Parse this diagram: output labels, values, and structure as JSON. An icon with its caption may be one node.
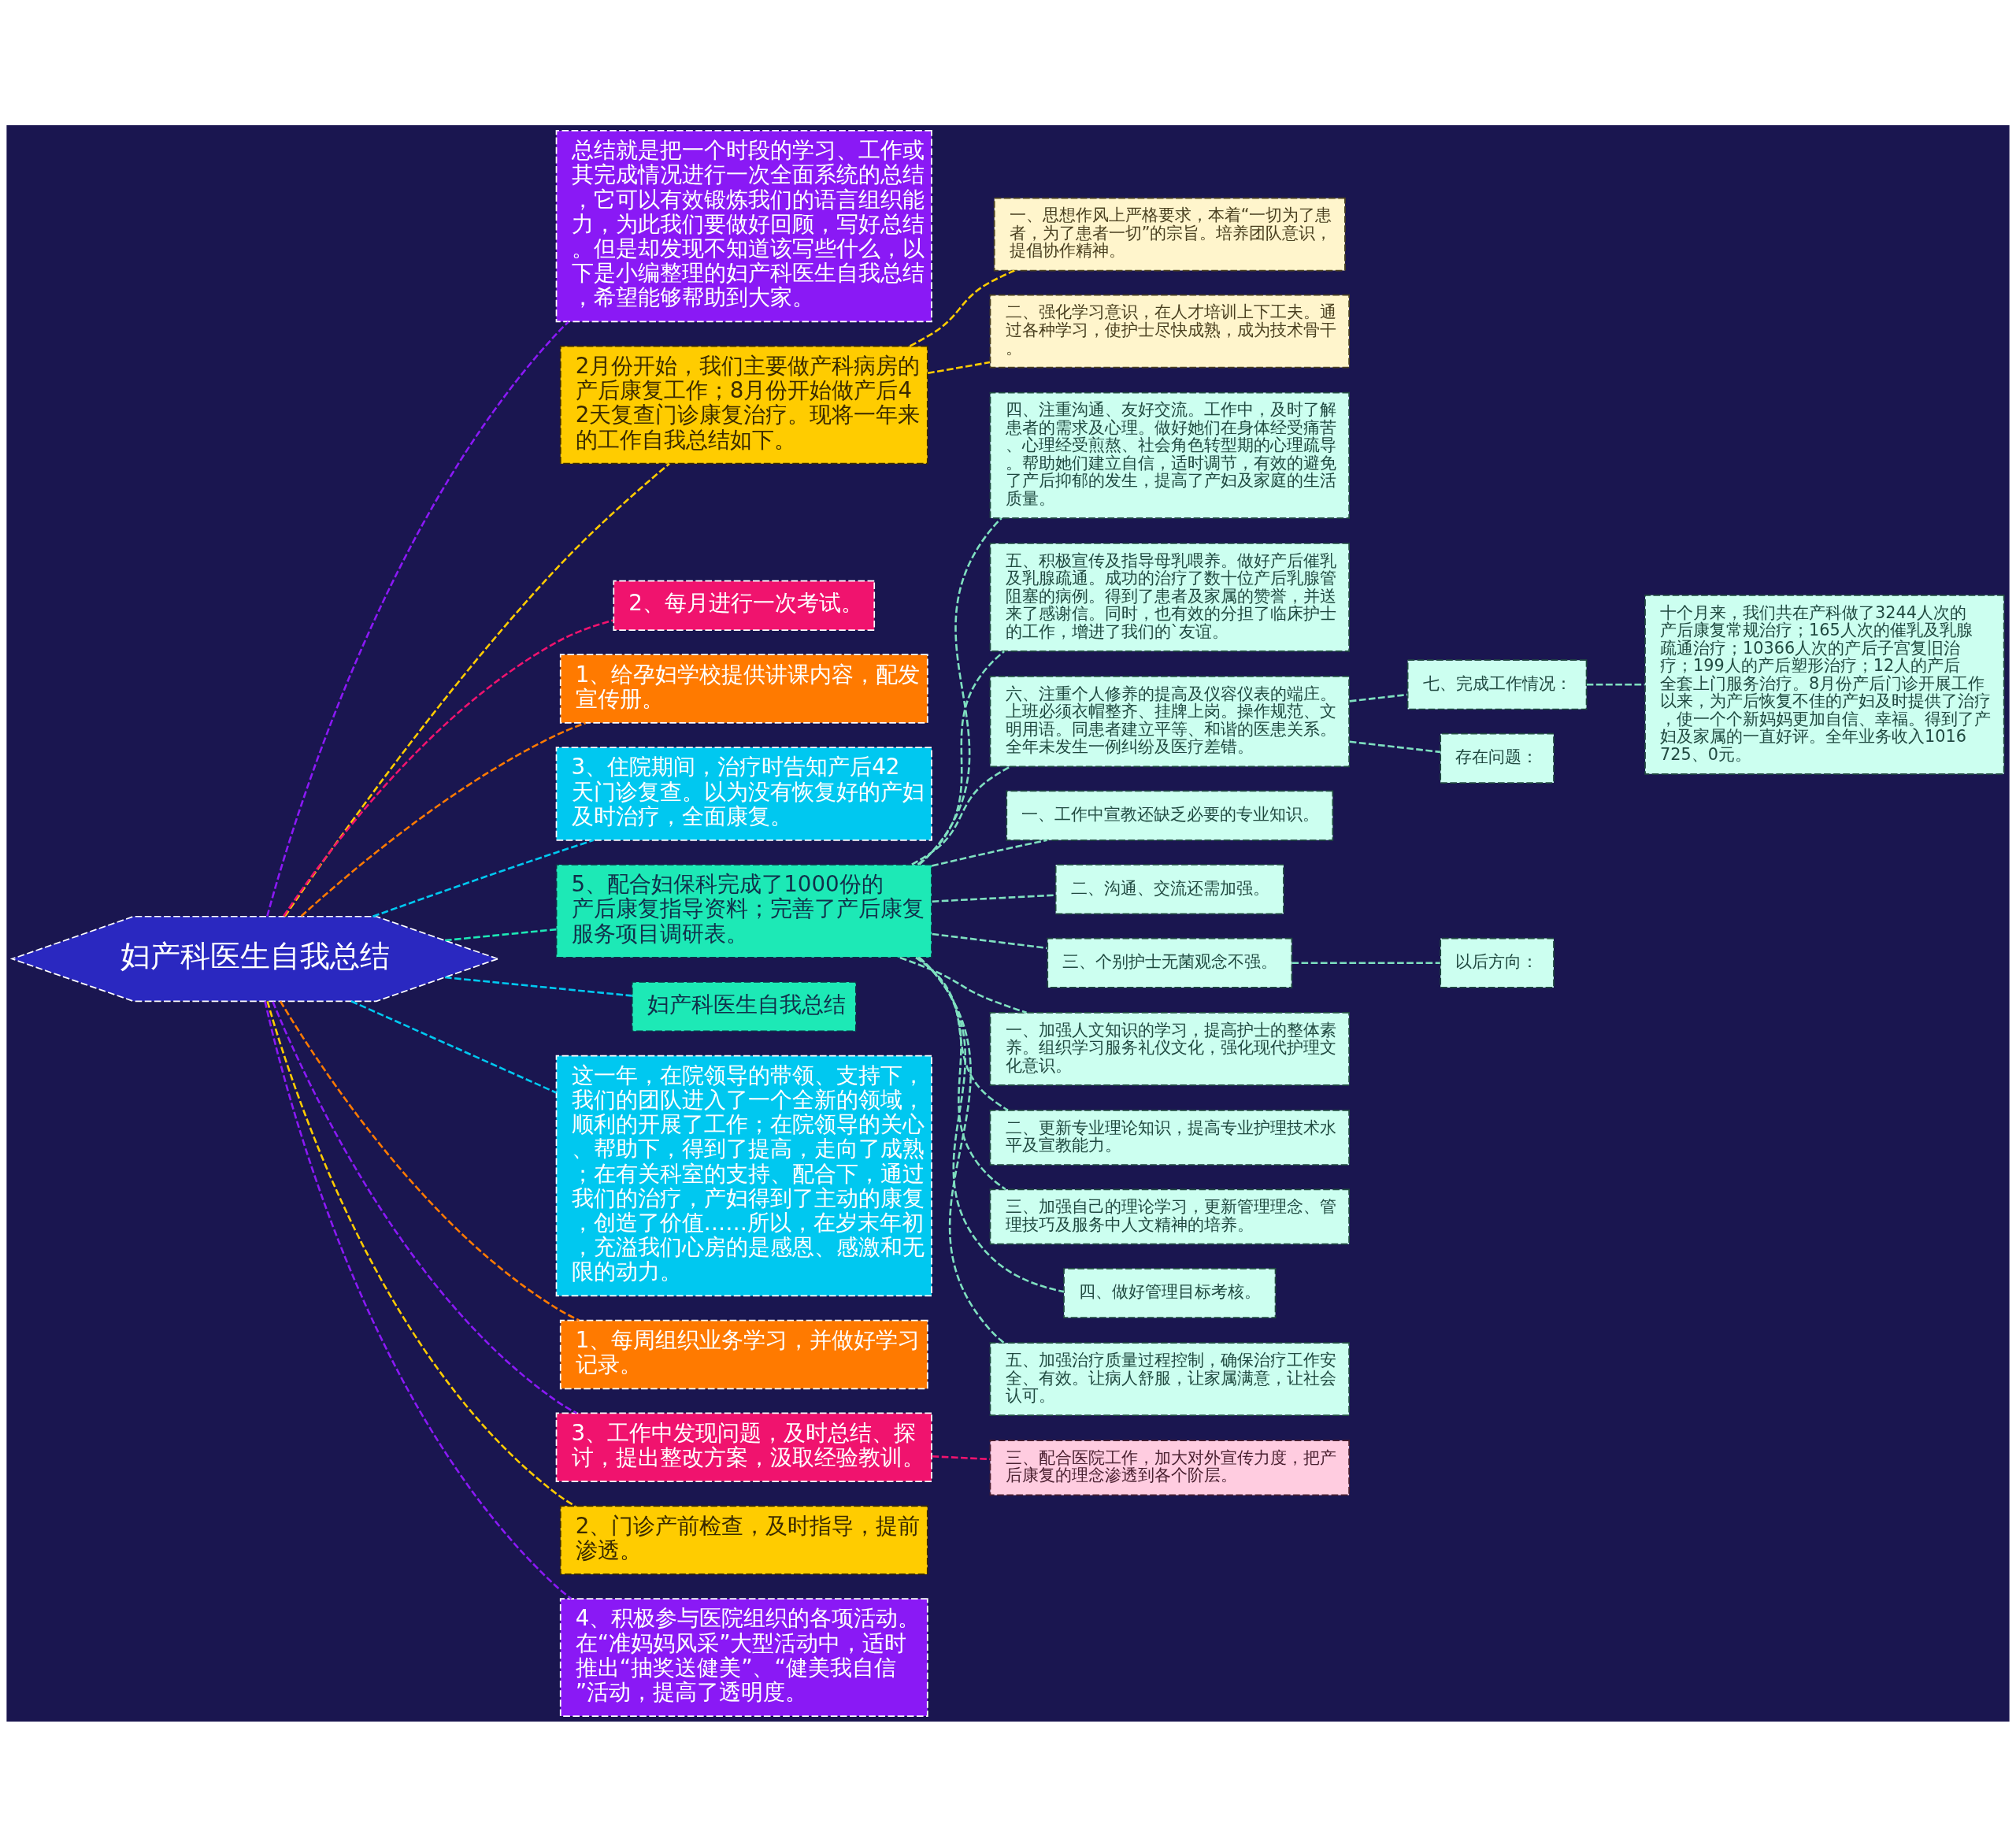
{
  "diagram": {
    "nodes": [
      {
        "text": [
          "妇产科医生自我总结"
        ]
      },
      {
        "text": [
          "总结就是把一个时段的学习、工作或其完成情况进行一次全面系统的总结，它可以有效锻炼我们的语言组织能力，为此我们要做好回顾，写好总结。但是却发现不知道该写些什么，以下是小编整理的妇产科医生自我总结，希望能够帮助到大家。"
        ]
      },
      {
        "text": [
          "2月份开始，我们主要做产科病房的产后康复工作；8月份开始做产后42天复查门诊康复治疗。现将一年来的工作自我总结如下。"
        ]
      },
      {
        "text": [
          "一、思想作风上严格要求，本着“一切为了患者，为了患者一切”的宗旨。培养团队意识，提倡协作精神。"
        ]
      },
      {
        "text": [
          "二、强化学习意识，在人才培训上下工夫。通过各种学习，使护士尽快成熟，成为技术骨干。"
        ]
      },
      {
        "text": [
          "2、每月进行一次考试。"
        ]
      },
      {
        "text": [
          "1、给孕妇学校提供讲课内容，配发宣传册。"
        ]
      },
      {
        "text": [
          "3、住院期间，治疗时告知产后42天门诊复查。以为没有恢复好的产妇及时治疗，全面康复。"
        ]
      },
      {
        "text": [
          "5、配合妇保科完成了1000份的产后康复指导资料；完善了产后康复服务项目调研表。"
        ]
      },
      {
        "text": [
          "四、注重沟通、友好交流。工作中，及时了解患者的需求及心理。做好她们在身体经受痛苦、心理经受煎熬、社会角色转型期的心理疏导。帮助她们建立自信，适时调节，有效的避免了产后抑郁的发生，提高了产妇及家庭的生活质量。"
        ]
      },
      {
        "text": [
          "五、积极宣传及指导母乳喂养。做好产后催乳及乳腺疏通。成功的治疗了数十位产后乳腺管阻塞的病例。得到了患者及家属的赞誉，并送来了感谢信。同时，也有效的分担了临床护士的工作，增进了我们的`友谊。"
        ]
      },
      {
        "text": [
          "六、注重个人修养的提高及仪容仪表的端庄。上班必须衣帽整齐、挂牌上岗。操作规范、文明用语。同患者建立平等、和谐的医患关系。全年未发生一例纠纷及医疗差错。"
        ]
      },
      {
        "text": [
          "七、完成工作情况："
        ]
      },
      {
        "text": [
          "十个月来，我们共在产科做了3244人次的产后康复常规治疗；165人次的催乳及乳腺疏通治疗；10366人次的产后子宫复旧治疗；199人的产后塑形治疗；12人的产后全套上门服务治疗。8月份产后门诊开展工作以来，为产后恢复不佳的产妇及时提供了治疗，使一个个新妈妈更加自信、幸福。得到了产妇及家属的一直好评。全年业务收入1016725、0元。"
        ]
      },
      {
        "text": [
          "存在问题："
        ]
      },
      {
        "text": [
          "一、工作中宣教还缺乏必要的专业知识。"
        ]
      },
      {
        "text": [
          "二、沟通、交流还需加强。"
        ]
      },
      {
        "text": [
          "三、个别护士无菌观念不强。"
        ]
      },
      {
        "text": [
          "以后方向："
        ]
      },
      {
        "text": [
          "一、加强人文知识的学习，提高护士的整体素养。组织学习服务礼仪文化，强化现代护理文化意识。"
        ]
      },
      {
        "text": [
          "二、更新专业理论知识，提高专业护理技术水平及宣教能力。"
        ]
      },
      {
        "text": [
          "三、加强自己的理论学习，更新管理理念、管理技巧及服务中人文精神的培养。"
        ]
      },
      {
        "text": [
          "四、做好管理目标考核。"
        ]
      },
      {
        "text": [
          "五、加强治疗质量过程控制，确保治疗工作安全、有效。让病人舒服，让家属满意，让社会认可。"
        ]
      },
      {
        "text": [
          "妇产科医生自我总结"
        ]
      },
      {
        "text": [
          "这一年，在院领导的带领、支持下，我们的团队进入了一个全新的领域，顺利的开展了工作；在院领导的关心、帮助下，得到了提高，走向了成熟；在有关科室的支持、配合下，通过我们的治疗，产妇得到了主动的康复，创造了价值……所以，在岁末年初，充溢我们心房的是感恩、感激和无限的动力。"
        ]
      },
      {
        "text": [
          "1、每周组织业务学习，并做好学习记录。"
        ]
      },
      {
        "text": [
          "3、工作中发现问题，及时总结、探讨，提出整改方案，汲取经验教训。"
        ]
      },
      {
        "text": [
          "三、配合医院工作，加大对外宣传力度，把产后康复的理念渗透到各个阶层。"
        ]
      },
      {
        "text": [
          "2、门诊产前检查，及时指导，提前渗透。"
        ]
      },
      {
        "text": [
          "4、积极参与医院组织的各项活动。在“准妈妈风采”大型活动中，适时推出“抽奖送健美”、“健美我自信”活动，提高了透明度。"
        ]
      }
    ],
    "edges": [
      {
        "from": 0,
        "to": 1,
        "arrow": "none",
        "style": "dashed",
        "color": "#8a19f5"
      },
      {
        "from": 0,
        "to": 2,
        "arrow": "none",
        "style": "dashed",
        "color": "#ffcc00"
      },
      {
        "from": 2,
        "to": 3,
        "arrow": "none",
        "style": "dashed",
        "color": "#ffcc00"
      },
      {
        "from": 2,
        "to": 4,
        "arrow": "none",
        "style": "dashed",
        "color": "#ffcc00"
      },
      {
        "from": 0,
        "to": 5,
        "arrow": "none",
        "style": "dashed",
        "color": "#f0136e"
      },
      {
        "from": 0,
        "to": 6,
        "arrow": "none",
        "style": "dashed",
        "color": "#ff7a00"
      },
      {
        "from": 0,
        "to": 7,
        "arrow": "none",
        "style": "dashed",
        "color": "#00c8f0"
      },
      {
        "from": 0,
        "to": 8,
        "arrow": "none",
        "style": "dashed",
        "color": "#1de9b6"
      },
      {
        "from": 8,
        "to": 9,
        "arrow": "none",
        "style": "dashed",
        "color": "#7fe0c0"
      },
      {
        "from": 8,
        "to": 10,
        "arrow": "none",
        "style": "dashed",
        "color": "#7fe0c0"
      },
      {
        "from": 8,
        "to": 11,
        "arrow": "none",
        "style": "dashed",
        "color": "#7fe0c0"
      },
      {
        "from": 11,
        "to": 12,
        "arrow": "none",
        "style": "dashed",
        "color": "#7fe0c0"
      },
      {
        "from": 12,
        "to": 13,
        "arrow": "none",
        "style": "dashed",
        "color": "#7fe0c0"
      },
      {
        "from": 11,
        "to": 14,
        "arrow": "none",
        "style": "dashed",
        "color": "#7fe0c0"
      },
      {
        "from": 8,
        "to": 15,
        "arrow": "none",
        "style": "dashed",
        "color": "#7fe0c0"
      },
      {
        "from": 8,
        "to": 16,
        "arrow": "none",
        "style": "dashed",
        "color": "#7fe0c0"
      },
      {
        "from": 8,
        "to": 17,
        "arrow": "none",
        "style": "dashed",
        "color": "#7fe0c0"
      },
      {
        "from": 17,
        "to": 18,
        "arrow": "none",
        "style": "dashed",
        "color": "#7fe0c0"
      },
      {
        "from": 8,
        "to": 19,
        "arrow": "none",
        "style": "dashed",
        "color": "#7fe0c0"
      },
      {
        "from": 8,
        "to": 20,
        "arrow": "none",
        "style": "dashed",
        "color": "#7fe0c0"
      },
      {
        "from": 8,
        "to": 21,
        "arrow": "none",
        "style": "dashed",
        "color": "#7fe0c0"
      },
      {
        "from": 8,
        "to": 22,
        "arrow": "none",
        "style": "dashed",
        "color": "#7fe0c0"
      },
      {
        "from": 8,
        "to": 23,
        "arrow": "none",
        "style": "dashed",
        "color": "#7fe0c0"
      },
      {
        "from": 0,
        "to": 24,
        "arrow": "none",
        "style": "dashed",
        "color": "#00c8f0"
      },
      {
        "from": 0,
        "to": 25,
        "arrow": "none",
        "style": "dashed",
        "color": "#00c8f0"
      },
      {
        "from": 0,
        "to": 26,
        "arrow": "none",
        "style": "dashed",
        "color": "#ff7a00"
      },
      {
        "from": 0,
        "to": 27,
        "arrow": "none",
        "style": "dashed",
        "color": "#8a19f5"
      },
      {
        "from": 27,
        "to": 28,
        "arrow": "none",
        "style": "dashed",
        "color": "#f0136e"
      },
      {
        "from": 0,
        "to": 29,
        "arrow": "none",
        "style": "dashed",
        "color": "#ffcc00"
      },
      {
        "from": 0,
        "to": 30,
        "arrow": "none",
        "style": "dashed",
        "color": "#8a19f5"
      }
    ]
  }
}
